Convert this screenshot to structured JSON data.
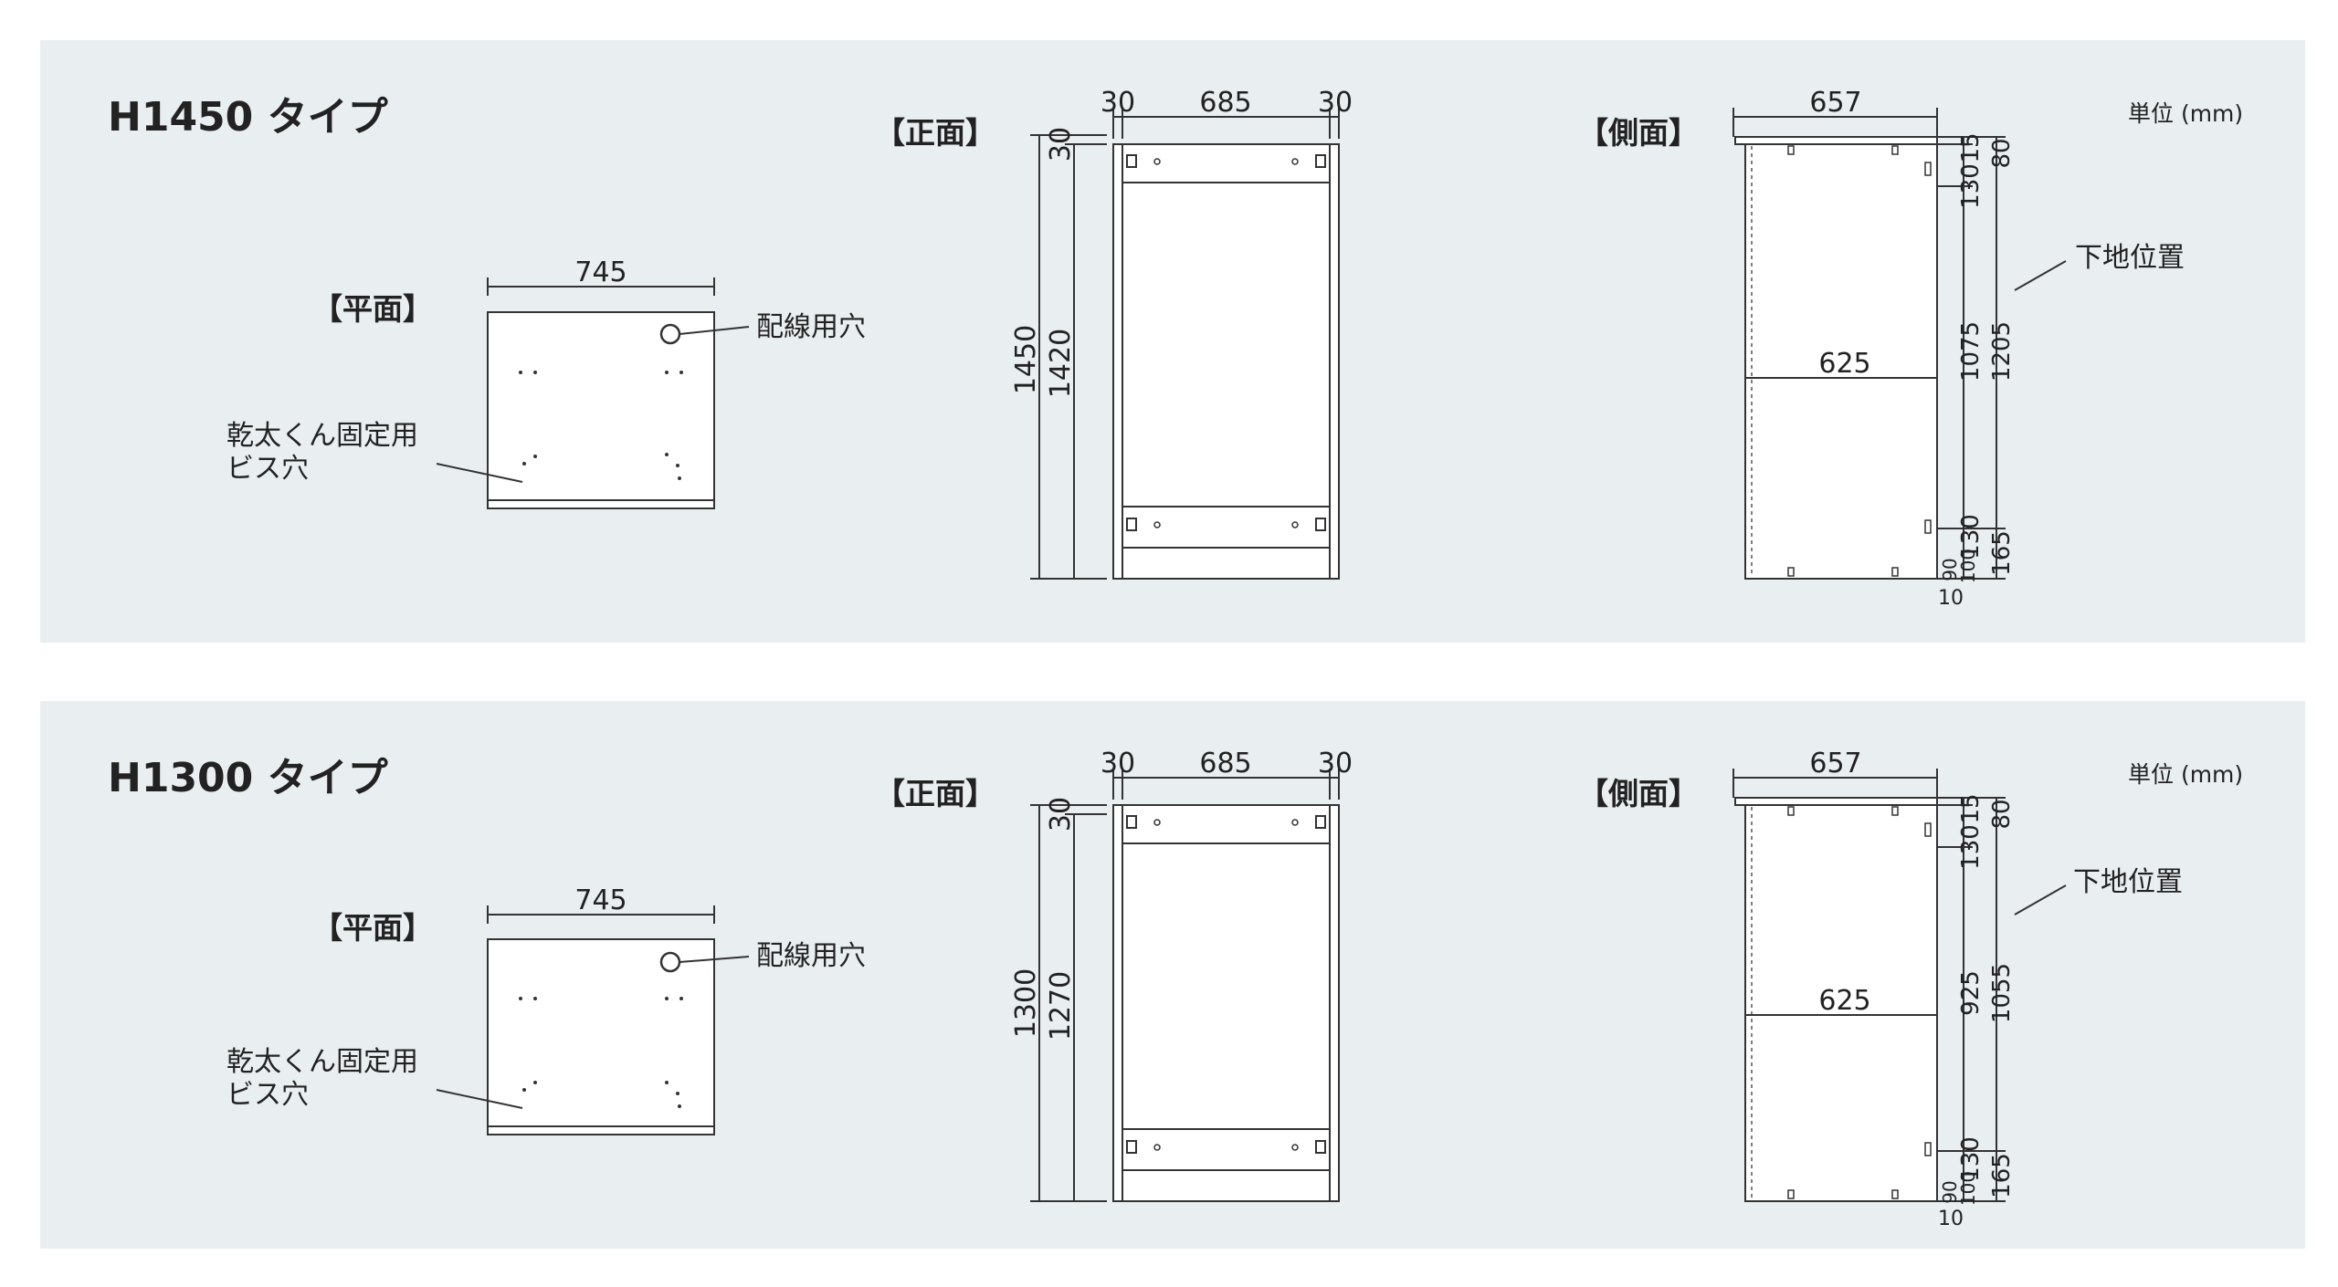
{
  "unit_label": "単位 (mm)",
  "panels": [
    {
      "type_title": "H1450 タイプ",
      "plan": {
        "section_label": "【平面】",
        "width_dim": "745",
        "cable_hole_label": "配線用穴",
        "screw_label_line1": "乾太くん固定用",
        "screw_label_line2": "ビス穴"
      },
      "front": {
        "section_label": "【正面】",
        "dim_left": "30",
        "dim_mid": "685",
        "dim_right": "30",
        "dim_top": "30",
        "dim_total": "1450",
        "dim_inner": "1420"
      },
      "side": {
        "section_label": "【側面】",
        "dim_width": "657",
        "dim_depth": "625",
        "right_dims": [
          "15",
          "80",
          "130",
          "1075",
          "1205",
          "130",
          "165",
          "90",
          "100",
          "10"
        ],
        "base_label": "下地位置"
      }
    },
    {
      "type_title": "H1300 タイプ",
      "plan": {
        "section_label": "【平面】",
        "width_dim": "745",
        "cable_hole_label": "配線用穴",
        "screw_label_line1": "乾太くん固定用",
        "screw_label_line2": "ビス穴"
      },
      "front": {
        "section_label": "【正面】",
        "dim_left": "30",
        "dim_mid": "685",
        "dim_right": "30",
        "dim_top": "30",
        "dim_total": "1300",
        "dim_inner": "1270"
      },
      "side": {
        "section_label": "【側面】",
        "dim_width": "657",
        "dim_depth": "625",
        "right_dims": [
          "15",
          "80",
          "130",
          "925",
          "1055",
          "130",
          "165",
          "90",
          "100",
          "10"
        ],
        "base_label": "下地位置"
      }
    }
  ],
  "colors": {
    "panel_bg": "#e9eef0",
    "line": "#333333",
    "text": "#222222",
    "title": "#555555"
  }
}
